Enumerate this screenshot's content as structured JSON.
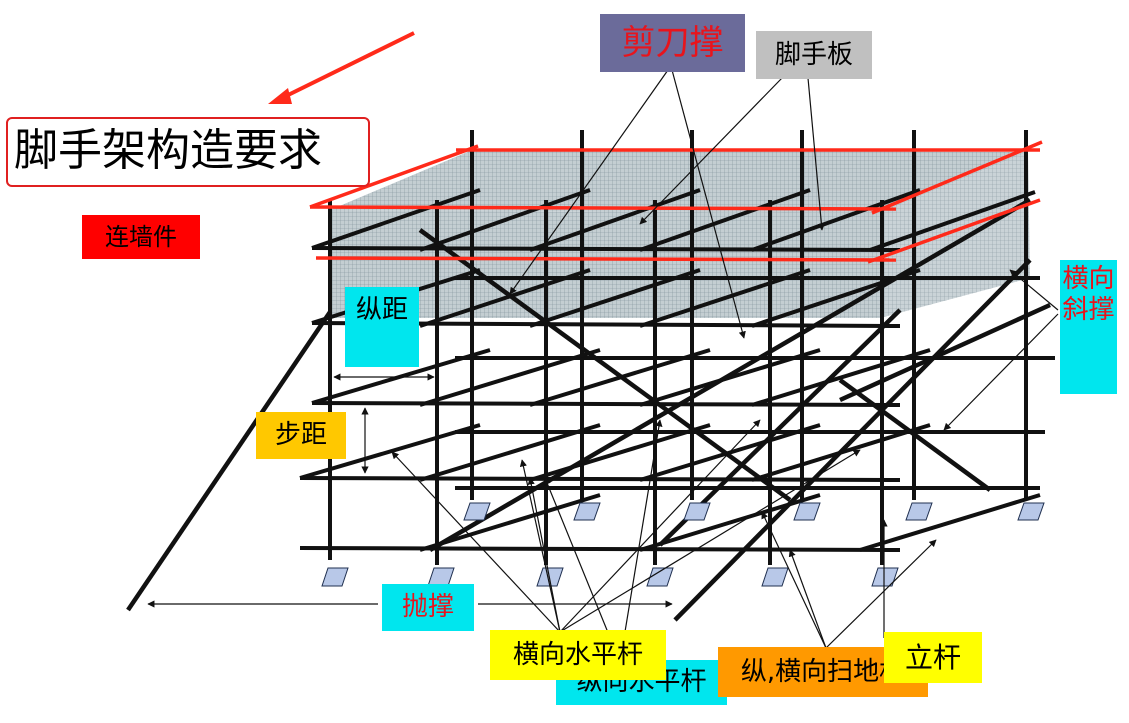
{
  "title": "脚手架构造要求",
  "labels": {
    "jiandaocheng": "剪刀撑",
    "jiaoshouban": "脚手板",
    "lianqiangjian": "连墙件",
    "zongju": "纵距",
    "buju": "步距",
    "hengxiangxiecheng": "横向斜撑",
    "paocheng": "抛撑",
    "hengxiangshuiping": "横向水平杆",
    "zongxiangshuiping": "纵向水平杆",
    "saodigan": "纵,横向扫地杆",
    "ligan": "立杆"
  },
  "colors": {
    "title_border": "#e02020",
    "jiandaocheng_bg": "#6b6b9a",
    "jiandaocheng_text": "#e8141c",
    "jiaoshouban_bg": "#c0c0c0",
    "lianqiangjian_bg": "#ff0000",
    "cyan_bg": "#00e6ee",
    "yellow_bg": "#ffff00",
    "gold_bg": "#ffc800",
    "orange_bg": "#ff9900",
    "red_text": "#e8141c",
    "tube": "#111111",
    "guardrail": "#ff2a1a",
    "mesh": "#b9c6cc",
    "base_plate": "#b8c8e8",
    "pointer_arrow": "#ff2a1a"
  }
}
